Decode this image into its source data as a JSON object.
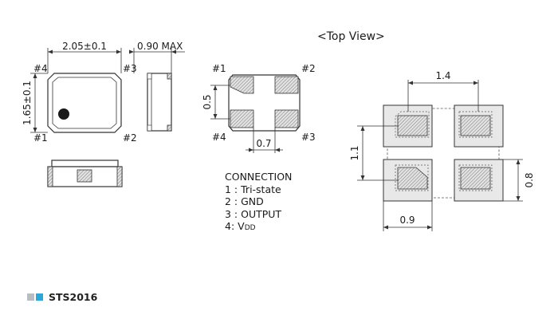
{
  "title": "<Top View>",
  "dimensions": {
    "package_length": "2.05±0.1",
    "package_width": "1.65±0.1",
    "height_max": "0.90 MAX",
    "pad_pitch_vertical": "0.5",
    "pad_pitch_horizontal": "0.7",
    "land_pitch_horizontal": "1.4",
    "land_pitch_vertical": "1.1",
    "land_width": "0.9",
    "land_height": "0.8"
  },
  "pins": {
    "p1": "#1",
    "p2": "#2",
    "p3": "#3",
    "p4": "#4"
  },
  "connection": {
    "heading": "CONNECTION",
    "rows": [
      {
        "number": "1",
        "separator": " : ",
        "name": "Tri-state"
      },
      {
        "number": "2",
        "separator": " : ",
        "name": "GND"
      },
      {
        "number": "3",
        "separator": " : ",
        "name": "OUTPUT"
      },
      {
        "number": "4",
        "separator": ":  ",
        "name": "V",
        "subscript": "DD"
      }
    ]
  },
  "footer": {
    "label": "STS2016",
    "colors": [
      "#b9bcc0",
      "#2aa8d8"
    ]
  }
}
